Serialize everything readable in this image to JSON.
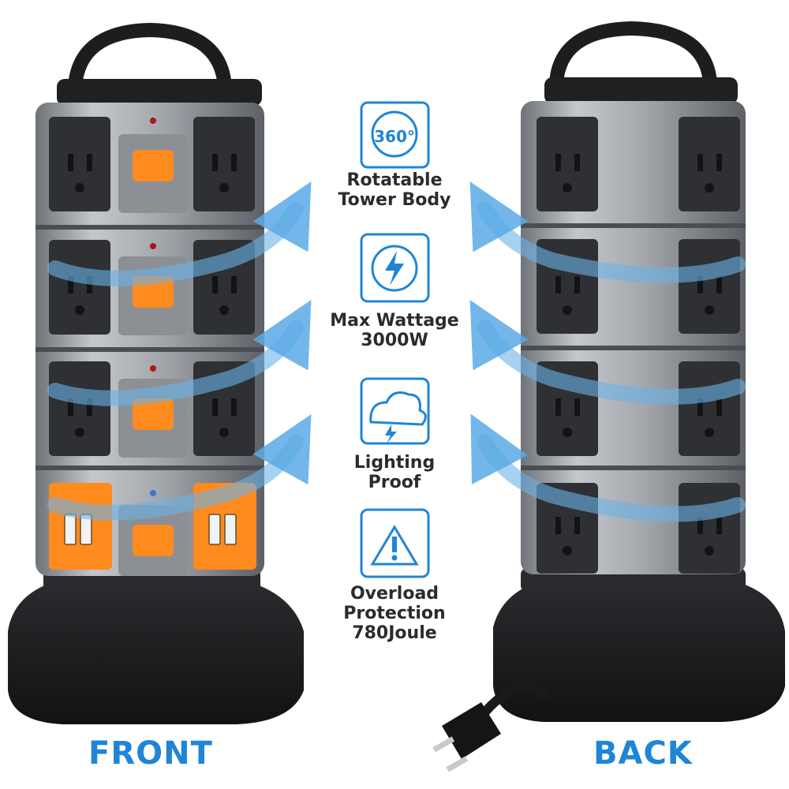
{
  "features": [
    {
      "label_lines": "Rotatable\nTower Body",
      "icon": "rotate-360-icon",
      "icon_text": "360°"
    },
    {
      "label_lines": "Max Wattage\n3000W",
      "icon": "lightning-plug-icon"
    },
    {
      "label_lines": "Lighting\nProof",
      "icon": "storm-cloud-icon"
    },
    {
      "label_lines": "Overload\nProtection\n780Joule",
      "icon": "warning-triangle-icon"
    }
  ],
  "views": {
    "front": "FRONT",
    "back": "BACK"
  },
  "colors": {
    "accent_blue": "#1f85d6",
    "arrow_blue": "#6ab3e8",
    "switch_orange": "#ff8a1e",
    "body_gray": "#9a9ea3",
    "outlet_black": "#2e3033",
    "base_black": "#1b1c1e"
  }
}
